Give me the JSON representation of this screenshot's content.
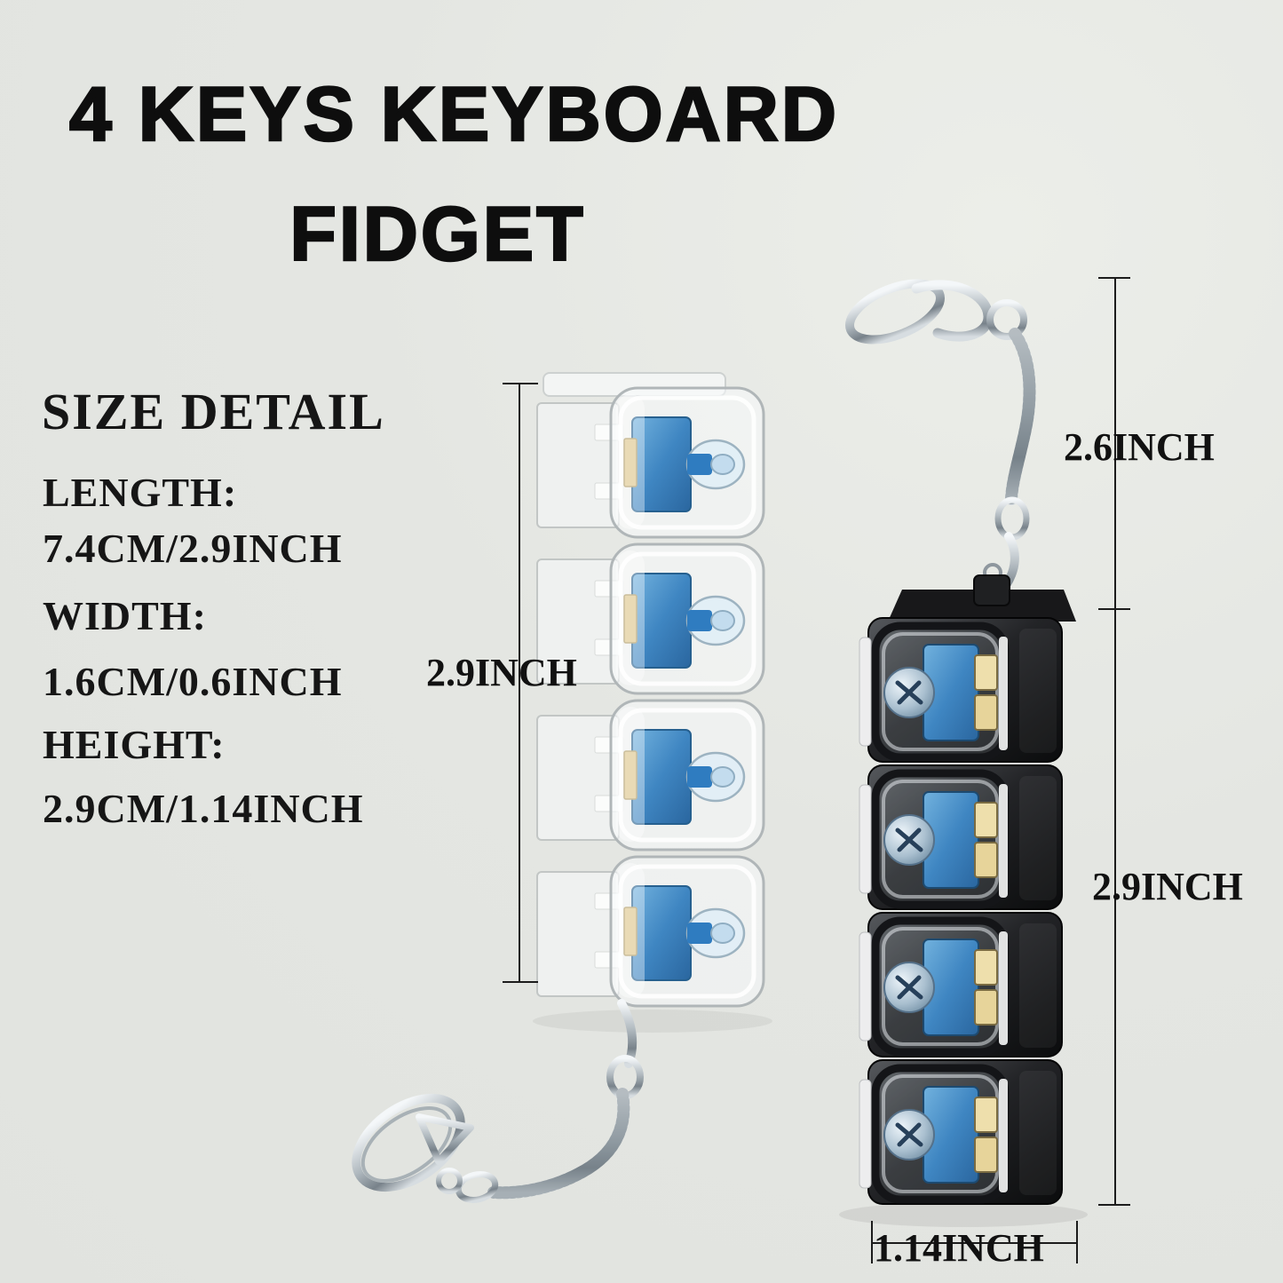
{
  "title": {
    "line1": "4 KEYS KEYBOARD",
    "line2": "FIDGET"
  },
  "size_detail": {
    "heading": "SIZE DETAIL",
    "rows": [
      {
        "label": "LENGTH:",
        "value": "7.4CM/2.9INCH"
      },
      {
        "label": "WIDTH:",
        "value": "1.6CM/0.6INCH"
      },
      {
        "label": "HEIGHT:",
        "value": "2.9CM/1.14INCH"
      }
    ]
  },
  "measurements": {
    "white_stack_height": "2.9INCH",
    "keychain_length": "2.6INCH",
    "black_stack_height": "2.9INCH",
    "key_width": "1.14INCH"
  },
  "products": {
    "left_icon": "white-transparent-4-key-fidget-stack-with-keychain",
    "right_icon": "black-4-key-fidget-stack-with-keychain"
  },
  "colors": {
    "background": "#e4e6e2",
    "text": "#111111",
    "switch_blue": "#4a8fcb",
    "led_cream": "#e9d9a4",
    "black_body": "#1a1b1d",
    "chrome": "#c9ced3"
  }
}
